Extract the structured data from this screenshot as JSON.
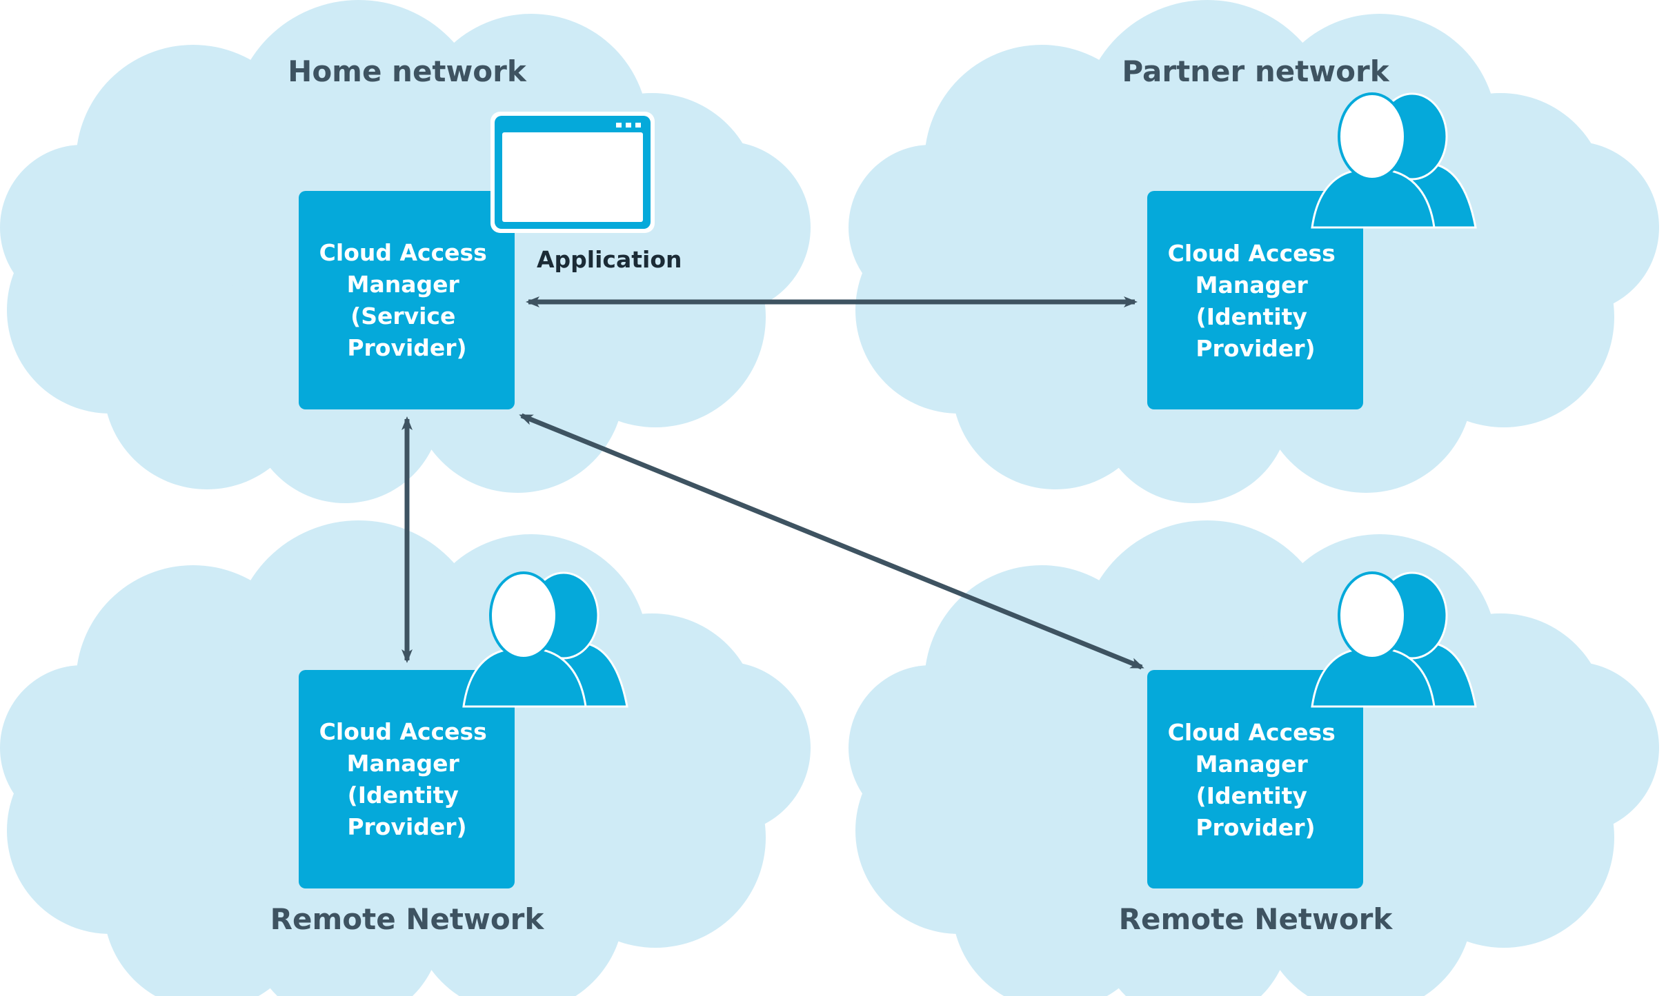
{
  "colors": {
    "cloud": "#cfebf6",
    "box": "#05a9da",
    "arrow": "#3e5361",
    "title_text": "#3e5361",
    "box_text": "#ffffff",
    "user_light": "#ffffff",
    "user_dark": "#05a9da"
  },
  "home": {
    "title": "Home network",
    "box_lines": [
      "Cloud Access",
      "Manager",
      "(Service",
      "Provider)"
    ],
    "app_label": "Application",
    "icon": "application-window-icon"
  },
  "partner": {
    "title": "Partner network",
    "box_lines": [
      "Cloud Access",
      "Manager",
      "(Identity",
      "Provider)"
    ],
    "icon": "users-icon"
  },
  "remote_left": {
    "title": "Remote Network",
    "box_lines": [
      "Cloud Access",
      "Manager",
      "(Identity",
      "Provider)"
    ],
    "icon": "users-icon"
  },
  "remote_right": {
    "title": "Remote Network",
    "box_lines": [
      "Cloud Access",
      "Manager",
      "(Identity",
      "Provider)"
    ],
    "icon": "users-icon"
  },
  "connections": [
    {
      "from": "home",
      "to": "partner",
      "type": "bidirectional"
    },
    {
      "from": "home",
      "to": "remote_left",
      "type": "bidirectional"
    },
    {
      "from": "home",
      "to": "remote_right",
      "type": "bidirectional"
    }
  ]
}
